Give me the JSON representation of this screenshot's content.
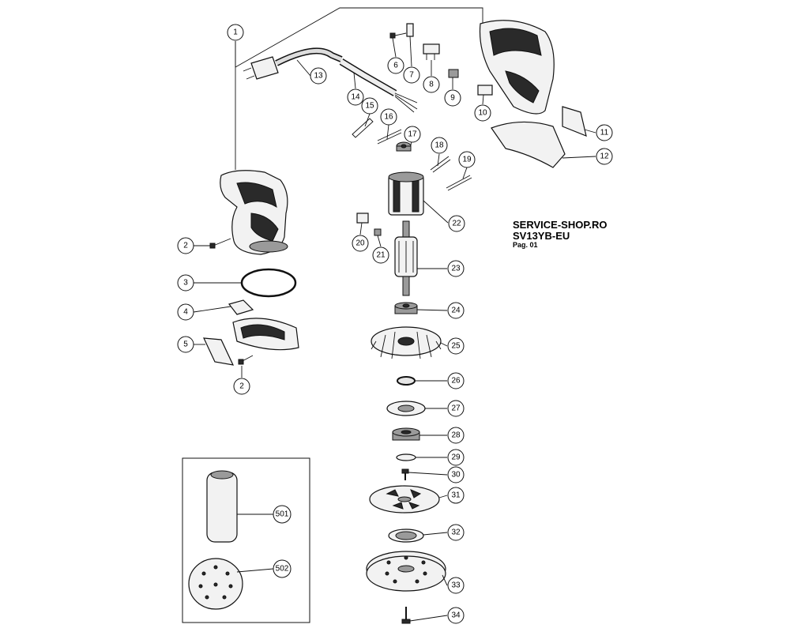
{
  "header": {
    "shop": "SERVICE-SHOP.RO",
    "model": "SV13YB-EU",
    "page": "Pag. 01"
  },
  "callouts": {
    "c1": "1",
    "c2a": "2",
    "c2b": "2",
    "c3": "3",
    "c4": "4",
    "c5": "5",
    "c6": "6",
    "c7": "7",
    "c8": "8",
    "c9": "9",
    "c10": "10",
    "c11": "11",
    "c12": "12",
    "c13": "13",
    "c14": "14",
    "c15": "15",
    "c16": "16",
    "c17": "17",
    "c18": "18",
    "c19": "19",
    "c20": "20",
    "c21": "21",
    "c22": "22",
    "c23": "23",
    "c24": "24",
    "c25": "25",
    "c26": "26",
    "c27": "27",
    "c28": "28",
    "c29": "29",
    "c30": "30",
    "c31": "31",
    "c32": "32",
    "c33": "33",
    "c34": "34",
    "c501": "501",
    "c502": "502"
  },
  "colors": {
    "line": "#111111",
    "part_fill": "#f2f2f2",
    "dark": "#2a2a2a"
  }
}
